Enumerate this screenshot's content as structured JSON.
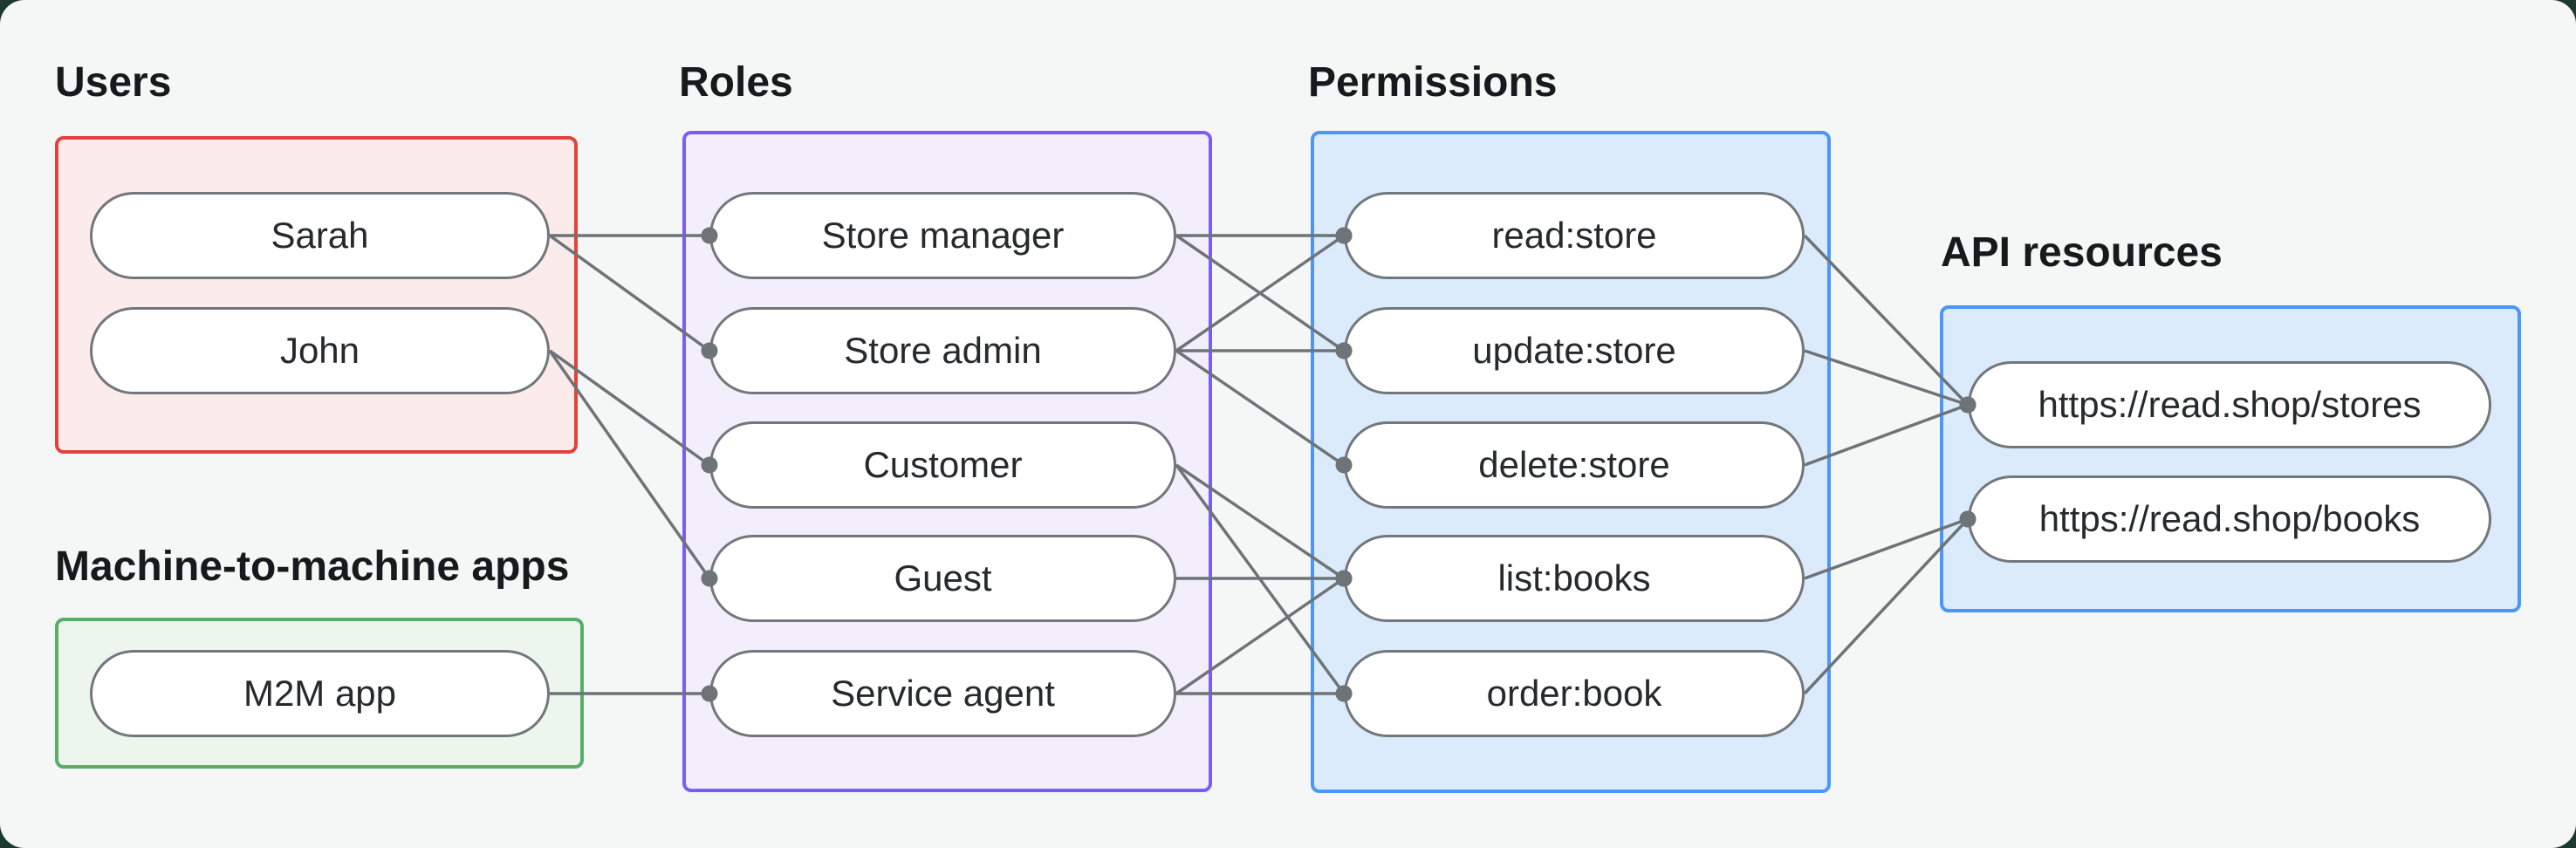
{
  "groups": [
    {
      "id": "users",
      "label": "Users",
      "border_color": "#e2423b",
      "fill_color": "#fbeceb"
    },
    {
      "id": "m2m",
      "label": "Machine-to-machine apps",
      "border_color": "#58ad68",
      "fill_color": "#ecf6ed"
    },
    {
      "id": "roles",
      "label": "Roles",
      "border_color": "#7c5cf9",
      "fill_color": "#f2eefc"
    },
    {
      "id": "permissions",
      "label": "Permissions",
      "border_color": "#4b96f7",
      "fill_color": "#dcebfb"
    },
    {
      "id": "api",
      "label": "API resources",
      "border_color": "#4b96f7",
      "fill_color": "#dcebfb"
    }
  ],
  "nodes": [
    {
      "id": "sarah",
      "group": "users",
      "label": "Sarah"
    },
    {
      "id": "john",
      "group": "users",
      "label": "John"
    },
    {
      "id": "m2m_app",
      "group": "m2m",
      "label": "M2M app"
    },
    {
      "id": "store_manager",
      "group": "roles",
      "label": "Store manager"
    },
    {
      "id": "store_admin",
      "group": "roles",
      "label": "Store admin"
    },
    {
      "id": "customer",
      "group": "roles",
      "label": "Customer"
    },
    {
      "id": "guest",
      "group": "roles",
      "label": "Guest"
    },
    {
      "id": "service_agent",
      "group": "roles",
      "label": "Service agent"
    },
    {
      "id": "read_store",
      "group": "permissions",
      "label": "read:store"
    },
    {
      "id": "update_store",
      "group": "permissions",
      "label": "update:store"
    },
    {
      "id": "delete_store",
      "group": "permissions",
      "label": "delete:store"
    },
    {
      "id": "list_books",
      "group": "permissions",
      "label": "list:books"
    },
    {
      "id": "order_book",
      "group": "permissions",
      "label": "order:book"
    },
    {
      "id": "stores_api",
      "group": "api",
      "label": "https://read.shop/stores"
    },
    {
      "id": "books_api",
      "group": "api",
      "label": "https://read.shop/books"
    }
  ],
  "edges": [
    {
      "from": "sarah",
      "to": "store_manager"
    },
    {
      "from": "sarah",
      "to": "store_admin"
    },
    {
      "from": "john",
      "to": "customer"
    },
    {
      "from": "john",
      "to": "guest"
    },
    {
      "from": "m2m_app",
      "to": "service_agent"
    },
    {
      "from": "store_manager",
      "to": "read_store"
    },
    {
      "from": "store_manager",
      "to": "update_store"
    },
    {
      "from": "store_admin",
      "to": "read_store"
    },
    {
      "from": "store_admin",
      "to": "update_store"
    },
    {
      "from": "store_admin",
      "to": "delete_store"
    },
    {
      "from": "customer",
      "to": "list_books"
    },
    {
      "from": "customer",
      "to": "order_book"
    },
    {
      "from": "guest",
      "to": "list_books"
    },
    {
      "from": "service_agent",
      "to": "list_books"
    },
    {
      "from": "service_agent",
      "to": "order_book"
    },
    {
      "from": "read_store",
      "to": "stores_api"
    },
    {
      "from": "update_store",
      "to": "stores_api"
    },
    {
      "from": "delete_store",
      "to": "stores_api"
    },
    {
      "from": "list_books",
      "to": "books_api"
    },
    {
      "from": "order_book",
      "to": "books_api"
    }
  ],
  "style": {
    "edge_color": "#6d7377",
    "dot_color": "#6d7377",
    "pill_border_color": "#72777b",
    "pill_fill": "#ffffff",
    "heading_color": "#17191c",
    "text_color": "#26292d",
    "canvas_bg": "#f5f7f6",
    "outer_bg": "#1c3a31"
  }
}
